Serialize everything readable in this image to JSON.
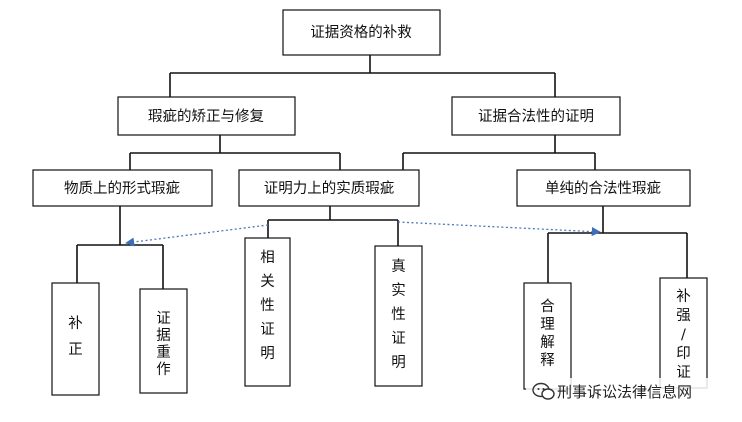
{
  "nodes": {
    "root": "证据资格的补救",
    "defect_repair": "瑕疵的矫正与修复",
    "legality_proof": "证据合法性的证明",
    "formal_defect": "物质上的形式瑕疵",
    "substantive_defect": "证明力上的实质瑕疵",
    "pure_legality_defect": "单纯的合法性瑕疵",
    "correction": "补正",
    "re_make": "证据重作",
    "relevance": "相关性证明",
    "authenticity": "真实性证明",
    "explanation": "合理解释",
    "reinforce": "补强/印证"
  },
  "watermark": {
    "text": "刑事诉讼法律信息网",
    "icon": "wechat-icon"
  },
  "colors": {
    "line": "#111111",
    "dotted": "#4a78b8",
    "box_fill": "#ffffff"
  }
}
